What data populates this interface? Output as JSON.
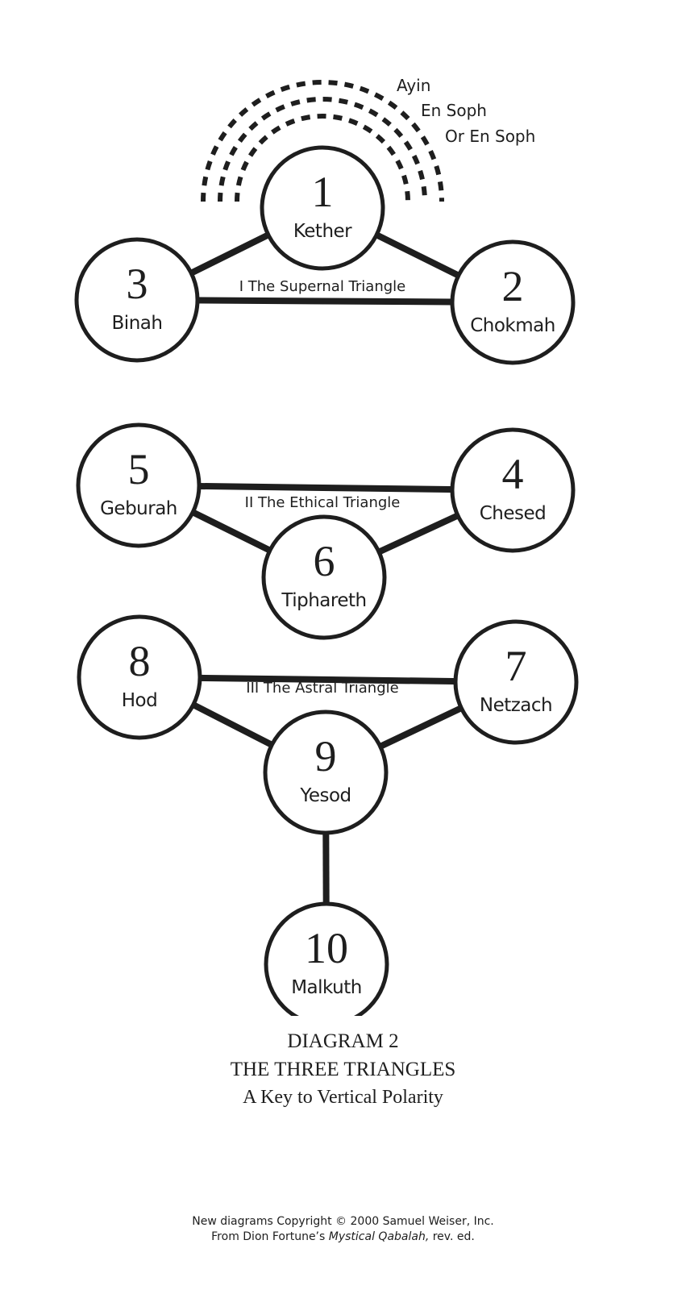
{
  "diagram": {
    "veils": [
      "Ayin",
      "En Soph",
      "Or En Soph"
    ],
    "sephiroth": [
      {
        "id": 1,
        "number": "1",
        "name": "Kether"
      },
      {
        "id": 2,
        "number": "2",
        "name": "Chokmah"
      },
      {
        "id": 3,
        "number": "3",
        "name": "Binah"
      },
      {
        "id": 4,
        "number": "4",
        "name": "Chesed"
      },
      {
        "id": 5,
        "number": "5",
        "name": "Geburah"
      },
      {
        "id": 6,
        "number": "6",
        "name": "Tiphareth"
      },
      {
        "id": 7,
        "number": "7",
        "name": "Netzach"
      },
      {
        "id": 8,
        "number": "8",
        "name": "Hod"
      },
      {
        "id": 9,
        "number": "9",
        "name": "Yesod"
      },
      {
        "id": 10,
        "number": "10",
        "name": "Malkuth"
      }
    ],
    "paths": [
      [
        1,
        3
      ],
      [
        1,
        2
      ],
      [
        3,
        2
      ],
      [
        5,
        4
      ],
      [
        5,
        6
      ],
      [
        4,
        6
      ],
      [
        8,
        7
      ],
      [
        8,
        9
      ],
      [
        7,
        9
      ],
      [
        9,
        10
      ]
    ],
    "triangles": [
      {
        "label": "I The Supernal Triangle",
        "members": [
          1,
          2,
          3
        ]
      },
      {
        "label": "II The Ethical Triangle",
        "members": [
          4,
          5,
          6
        ]
      },
      {
        "label": "III The Astral Triangle",
        "members": [
          7,
          8,
          9
        ]
      }
    ],
    "stroke_color": "#1e1e1e"
  },
  "caption": {
    "line1": "DIAGRAM 2",
    "line2": "THE THREE TRIANGLES",
    "line3": "A Key to Vertical Polarity"
  },
  "credit": {
    "line1": "New diagrams Copyright © 2000 Samuel Weiser, Inc.",
    "line2_prefix": "From Dion Fortune’s ",
    "line2_title": "Mystical Qabalah,",
    "line2_suffix": " rev. ed."
  }
}
